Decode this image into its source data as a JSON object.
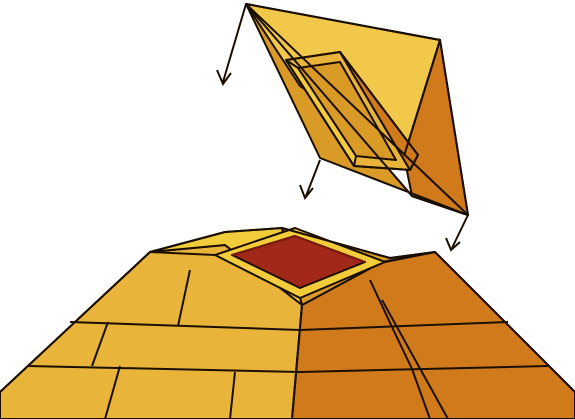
{
  "diagram": {
    "colors": {
      "background": "#ffffff",
      "outline": "#1a0f00",
      "face_light": "#e8b43a",
      "face_lighter": "#f2c84a",
      "face_mid": "#d99a26",
      "face_dark": "#d07a1c",
      "face_darker": "#c26a14",
      "rim_top": "#f3cc3c",
      "cavity": "#a2281a",
      "cavity_edge": "#7a1a0e",
      "arrow": "#1a0f00"
    },
    "parts": [
      {
        "name": "lid",
        "description_icon": "diamond-lid-with-raised-block"
      },
      {
        "name": "base",
        "description_icon": "truncated-pyramid-with-cavity"
      }
    ],
    "arrows": [
      {
        "name": "arrow-left"
      },
      {
        "name": "arrow-middle"
      },
      {
        "name": "arrow-right"
      }
    ]
  }
}
